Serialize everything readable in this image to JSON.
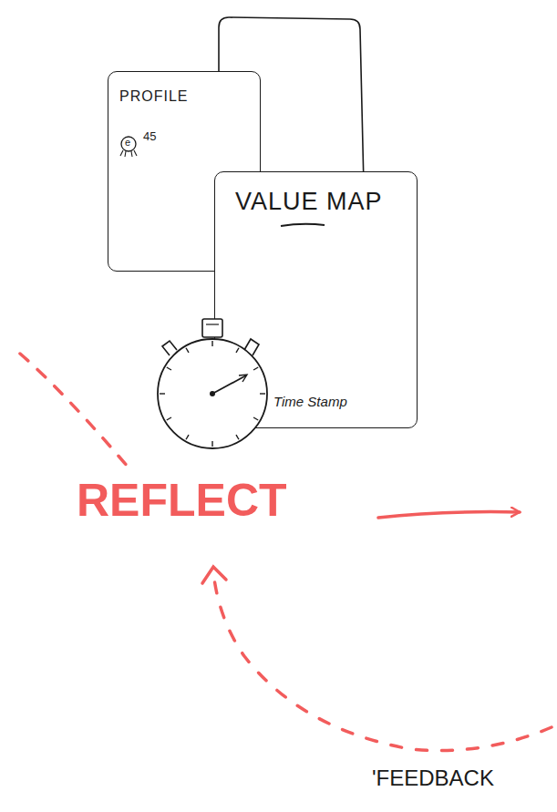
{
  "diagram": {
    "nodes": [
      {
        "text": [
          "PROFILE",
          "45"
        ]
      },
      {
        "text": [
          "VALUE MAP",
          "Time Stamp"
        ]
      }
    ],
    "labels": [
      "e",
      "REFLECT",
      "'FEEDBACK"
    ]
  }
}
